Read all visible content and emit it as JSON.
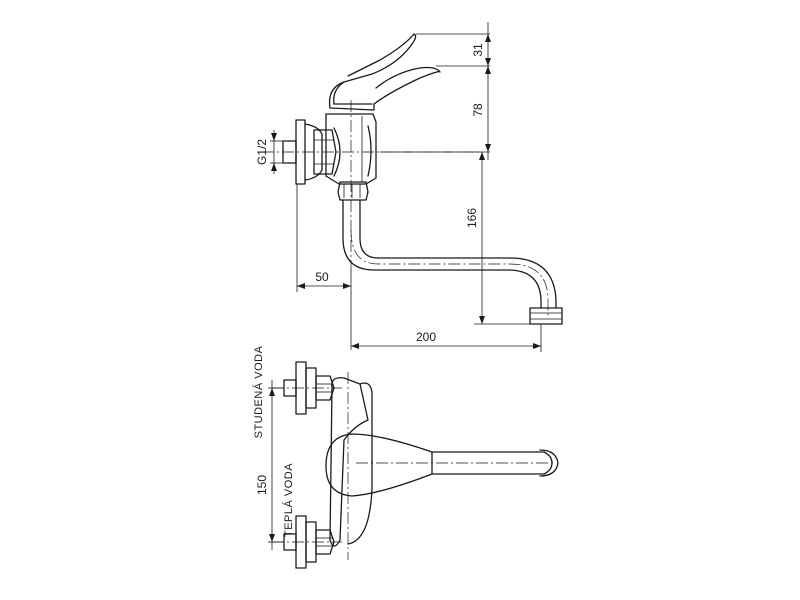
{
  "drawing": {
    "side_view": {
      "dim_top": "31",
      "dim_body": "78",
      "dim_spout_drop": "166",
      "dim_thread": "G1/2",
      "dim_wall_offset": "50",
      "dim_reach": "200"
    },
    "front_view": {
      "label_cold": "STUDENÁ VODA",
      "label_hot": "TEPLÁ VODA",
      "dim_spacing": "150"
    }
  }
}
